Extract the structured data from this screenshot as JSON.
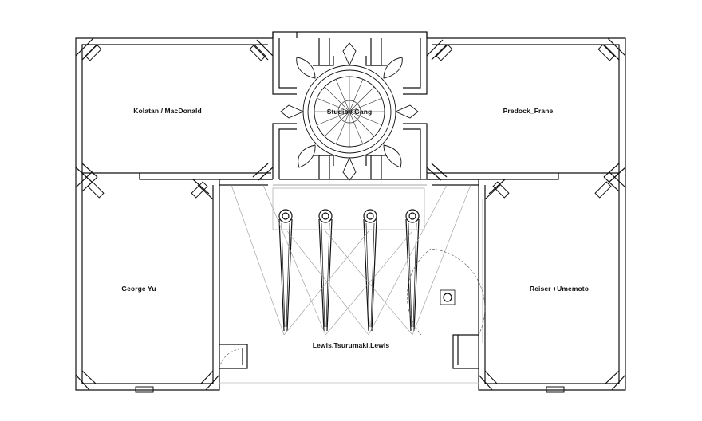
{
  "rooms": {
    "top_left": "Kolatan / MacDonald",
    "center": "Studio / Gang",
    "top_right": "Predock_Frane",
    "bottom_left": "George Yu",
    "bottom_center": "Lewis.Tsurumaki.Lewis",
    "bottom_right": "Reiser +Umemoto"
  },
  "colors": {
    "line": "#111111",
    "background": "#ffffff",
    "faint": "#9a9a9a"
  }
}
